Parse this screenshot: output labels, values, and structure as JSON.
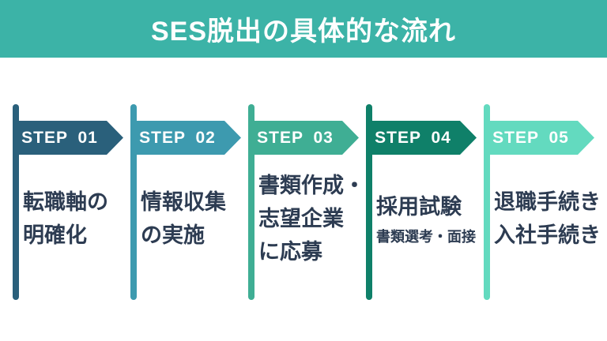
{
  "header": {
    "title": "SES脱出の具体的な流れ",
    "bg_color": "#3CB3A7",
    "text_color": "#FFFFFF"
  },
  "steps": [
    {
      "label": "STEP 01",
      "color": "#2A607B",
      "lines": [
        "転職軸の",
        "明確化"
      ]
    },
    {
      "label": "STEP 02",
      "color": "#3D9AAF",
      "lines": [
        "情報収集",
        "の実施"
      ]
    },
    {
      "label": "STEP 03",
      "color": "#3FAE94",
      "lines": [
        "書類作成・",
        "志望企業",
        "に応募"
      ]
    },
    {
      "label": "STEP 04",
      "color": "#0F8069",
      "lines": [
        "採用試験"
      ],
      "subtitle": "書類選考・面接"
    },
    {
      "label": "STEP 05",
      "color": "#63DABF",
      "lines": [
        "退職手続き",
        "入社手続き"
      ]
    }
  ],
  "body_text_color": "#2D3C52"
}
